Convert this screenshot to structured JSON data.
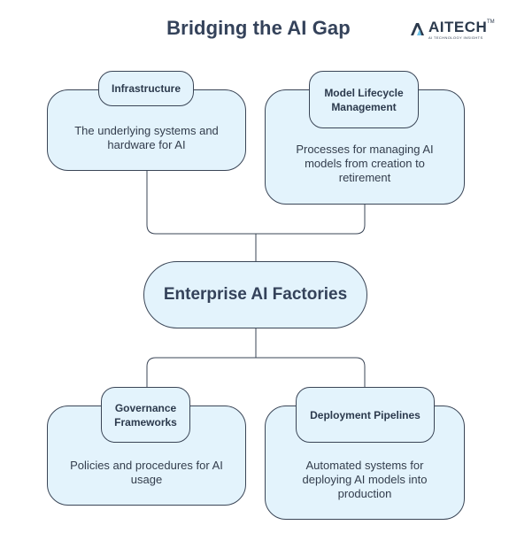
{
  "title": "Bridging the AI Gap",
  "logo": {
    "text": "AITECH",
    "trademark": "TM",
    "tagline": "AI TECHNOLOGY INSIGHTS",
    "icon": "aitech-logo-mark-icon"
  },
  "center": {
    "label": "Enterprise AI Factories"
  },
  "nodes": {
    "infrastructure": {
      "title": "Infrastructure",
      "description": "The underlying systems and hardware for AI"
    },
    "model_lifecycle": {
      "title": "Model Lifecycle Management",
      "description": "Processes for managing AI models from creation to retirement"
    },
    "governance": {
      "title": "Governance Frameworks",
      "description": "Policies and procedures for AI usage"
    },
    "deployment": {
      "title": "Deployment Pipelines",
      "description": "Automated systems for deploying AI models into production"
    }
  },
  "colors": {
    "card_fill": "#e3f3fc",
    "border": "#3a4556",
    "text": "#2c3a4d"
  }
}
